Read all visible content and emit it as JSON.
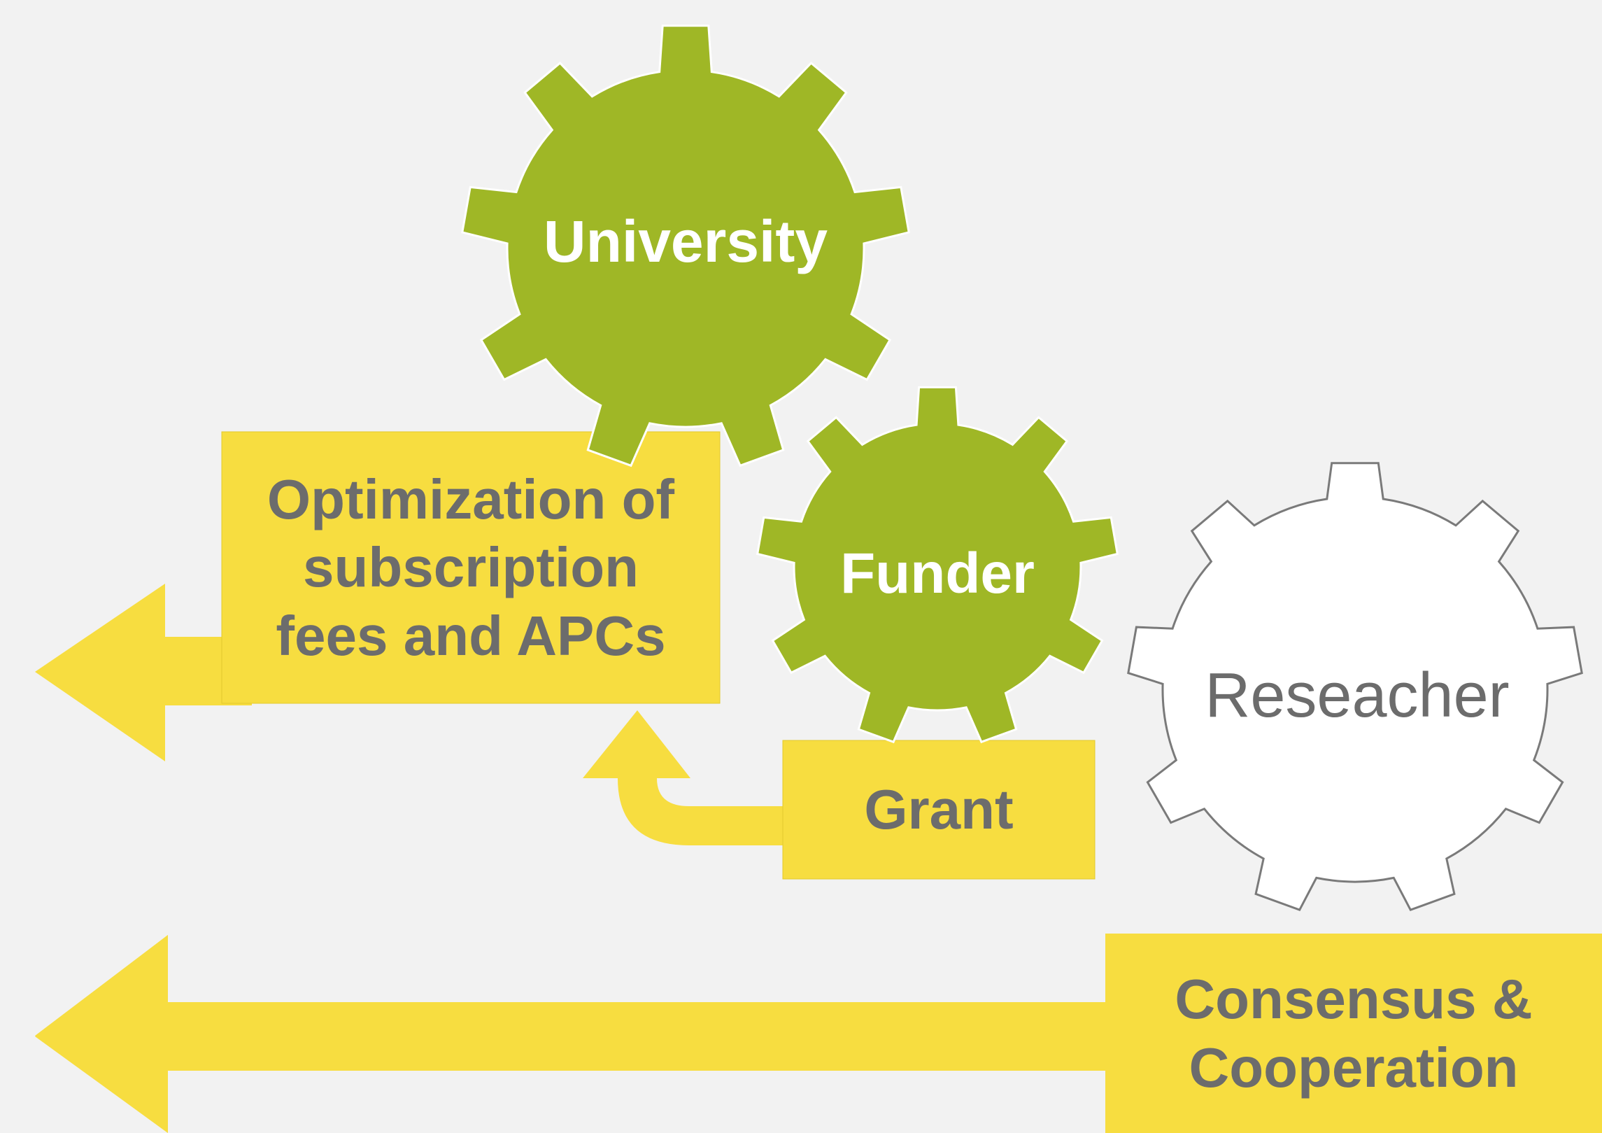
{
  "colors": {
    "background": "#f2f2f2",
    "yellow": "#f7dd40",
    "green": "#9fb726",
    "white_gear": "#ffffff",
    "gear_outline": "#7a7a7a",
    "text_dark": "#6c6c6c",
    "text_light": "#ffffff"
  },
  "gears": {
    "university": {
      "label": "University"
    },
    "funder": {
      "label": "Funder"
    },
    "researcher": {
      "label": "Reseacher"
    }
  },
  "boxes": {
    "optimization": {
      "text": "Optimization of\nsubscription\nfees and APCs"
    },
    "grant": {
      "text": "Grant"
    },
    "consensus": {
      "text": "Consensus &\nCooperation"
    }
  }
}
